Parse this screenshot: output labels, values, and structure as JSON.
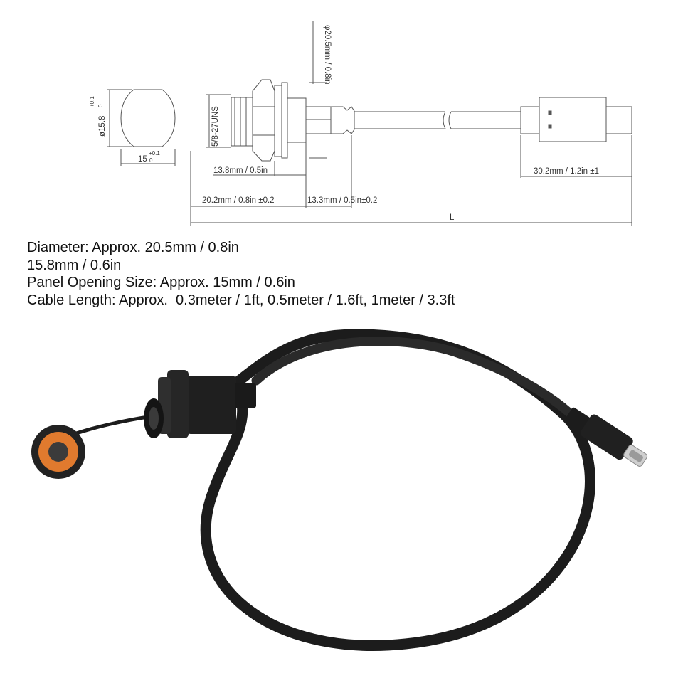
{
  "drawing": {
    "cap_diameter": "ø15.8",
    "cap_diameter_tol_upper": "+0.1",
    "cap_diameter_tol_lower": "0",
    "cap_flat": "15",
    "cap_flat_tol_upper": "+0.1",
    "cap_flat_tol_lower": "0",
    "thread": "5/8-27UNS",
    "flange_diameter": "φ20.5mm / 0.8in",
    "front_depth": "13.8mm / 0.5in",
    "body_length": "20.2mm / 0.8in ±0.2",
    "boot_length": "13.3mm / 0.5in±0.2",
    "plug_length": "30.2mm / 1.2in ±1",
    "total_length": "L"
  },
  "specs": [
    "Diameter: Approx. 20.5mm / 0.8in",
    "15.8mm / 0.6in",
    "Panel Opening Size: Approx. 15mm / 0.6in",
    "Cable Length: Approx.  0.3meter / 1ft, 0.5meter / 1.6ft, 1meter / 3.3ft"
  ],
  "colors": {
    "line": "#555555",
    "cable": "#1c1c1c",
    "seal": "#e07a2e"
  }
}
